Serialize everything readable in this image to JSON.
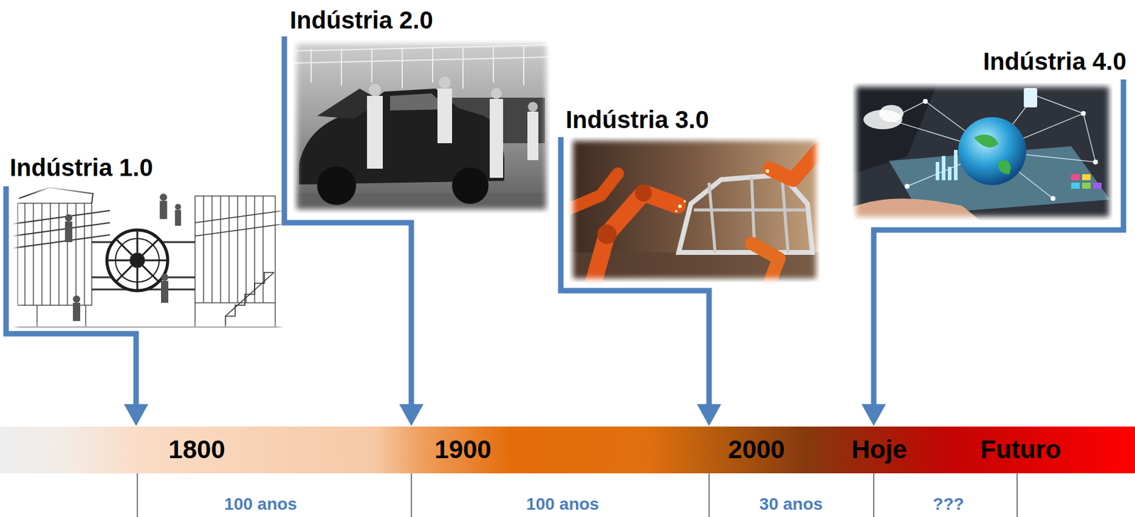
{
  "diagram": {
    "nodes": [
      {
        "text": [
          "Indústria 1.0"
        ]
      },
      {
        "text": [
          "Indústria 2.0"
        ]
      },
      {
        "text": [
          "Indústria 3.0"
        ]
      },
      {
        "text": [
          "Indústria 4.0"
        ]
      }
    ],
    "labels": [
      "1800",
      "1900",
      "2000",
      "Hoje",
      "Futuro",
      "100 anos",
      "100 anos",
      "30 anos",
      "???"
    ]
  }
}
